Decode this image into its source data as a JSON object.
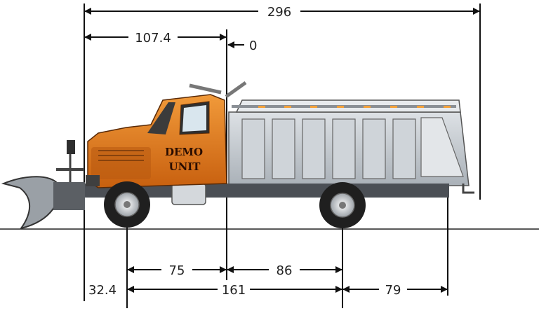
{
  "dimensions": {
    "overall_length": "296",
    "front_to_cab_back": "107.4",
    "cab_back_zero": "0",
    "front_to_front_axle": "32.4",
    "front_axle_to_cab_back": "75",
    "cab_back_to_rear_axle": "86",
    "wheelbase": "161",
    "rear_axle_to_body_end": "79"
  },
  "door_logo": {
    "line1": "DEMO",
    "line2": "UNIT"
  },
  "colors": {
    "cab": "#e57a1f",
    "cab_shadow": "#b85a10",
    "body": "#c7cdd3",
    "marker_lights": "#f5a23a",
    "frame": "#4b4f55",
    "plow": "#9aa0a6"
  }
}
